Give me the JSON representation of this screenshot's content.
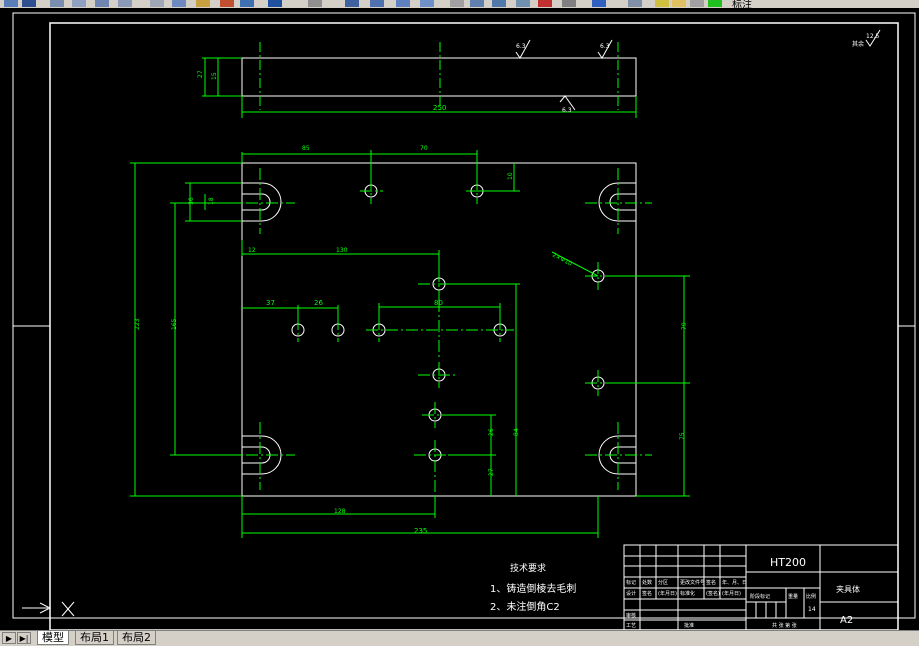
{
  "toolbar": {
    "layer_name": "标注"
  },
  "drawing": {
    "dims_top_view": {
      "height": "27",
      "inner": "15",
      "length": "250",
      "rough_left": "6.3",
      "rough_right": "6.3",
      "rough_bottom": "6.3"
    },
    "dims_plan": {
      "d85": "85",
      "d70": "70",
      "d10": "10",
      "d36": "36",
      "d18": "18",
      "d12": "12",
      "d130": "130",
      "d37": "37",
      "d26": "26",
      "d80": "80",
      "d223": "223",
      "d165": "165",
      "d2x10": "2×Φ10",
      "d79": "79",
      "d75": "75",
      "d84": "84",
      "d26b": "26",
      "d27": "27",
      "d128": "128",
      "d235": "235"
    },
    "roughness_corner": "12.5",
    "roughness_other": "其余"
  },
  "notes": {
    "title": "技术要求",
    "line1": "1、铸造倒棱去毛刺",
    "line2": "2、未注倒角C2"
  },
  "title_block": {
    "material": "HT200",
    "part_name": "夹具体",
    "sheet": "A2",
    "scale_num": "14",
    "row_labels": [
      "标记",
      "处数",
      "分区",
      "更改文件号",
      "签名",
      "年、月、日"
    ],
    "row_labels2": [
      "设计",
      "签名",
      "(年月日)",
      "标准化",
      "(签名)",
      "(年月日)"
    ],
    "row_labels3": [
      "审核",
      "",
      "",
      "",
      "",
      ""
    ],
    "row_labels4": [
      "工艺",
      "",
      "批准",
      "",
      "",
      ""
    ],
    "stage_label": "阶段标记",
    "weight_label": "重量",
    "ratio_label": "比例",
    "sheet_info": "共 张 第 张"
  },
  "tabs": {
    "model": "模型",
    "layout1": "布局1",
    "layout2": "布局2"
  }
}
